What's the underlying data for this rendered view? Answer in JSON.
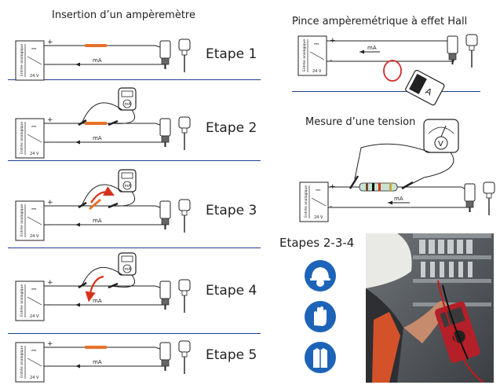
{
  "titles": {
    "insertion": "Insertion d’un ampèremètre",
    "pince": "Pince ampèremétrique à effet Hall",
    "tension": "Mesure d’une tension",
    "etapes_234": "Etapes 2-3-4"
  },
  "etapes": [
    "Etape 1",
    "Etape 2",
    "Etape 3",
    "Etape 4",
    "Etape 5"
  ],
  "circuit_labels": {
    "plus": "+",
    "minus": "-",
    "current": "mA",
    "supply_voltage": "24 V",
    "supply_side_text": "Entrée analogique"
  },
  "meter_labels": {
    "milliamp": "mA",
    "clamp": "A",
    "voltmeter": "V"
  },
  "safety_icons": [
    "helmet-icon",
    "gloves-icon",
    "protective-clothing-icon"
  ],
  "colors": {
    "wire": "#222222",
    "separator": "#1f3f8f",
    "highlight": "#e8722a",
    "arrow": "#d8301a",
    "clamp_loop": "#d42a2a",
    "safety_blue": "#1d64b8"
  }
}
